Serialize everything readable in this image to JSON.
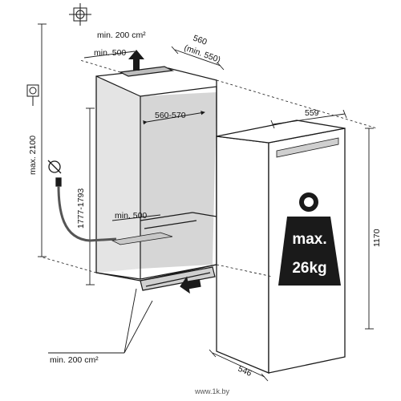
{
  "labels": {
    "air_top": "min. 200 cm²",
    "top_depth": "min. 500",
    "niche_depth": "560",
    "niche_depth_min": "(min. 550)",
    "niche_width": "560-570",
    "niche_height": "1777-1793",
    "total_height": "max. 2100",
    "floor_depth": "min. 500",
    "air_bottom": "min. 200 cm²",
    "unit_width": "559",
    "unit_height": "1170",
    "unit_depth": "546",
    "weight_line1": "max.",
    "weight_line2": "26kg"
  },
  "watermark": "www.1k.by",
  "icons": [
    "crosshair-icon",
    "power-socket-icon",
    "water-tap-icon",
    "weight-icon",
    "airflow-arrow-icon"
  ],
  "colors": {
    "line": "#1a1a1a",
    "fill_gray": "#d6d6d6",
    "weight_fill": "#1a1a1a"
  }
}
